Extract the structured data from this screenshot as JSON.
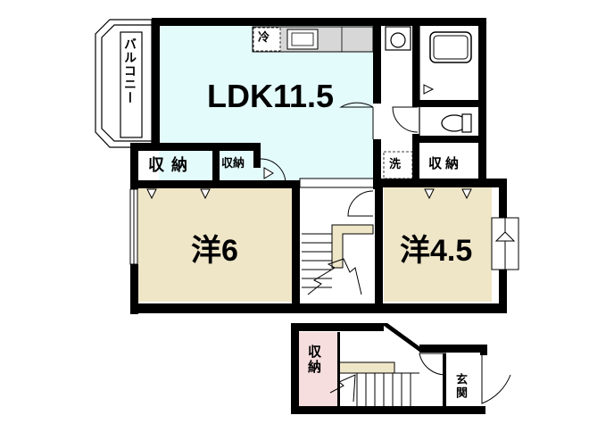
{
  "floorplan": {
    "rooms": {
      "ldk": "LDK11.5",
      "western_6": "洋6",
      "western_45": "洋4.5"
    },
    "storage": {
      "left_large": "収納",
      "left_small": "収納",
      "right": "収納",
      "lower": "収納"
    },
    "fixtures": {
      "fridge": "冷",
      "washer": "洗",
      "entrance": "玄関"
    },
    "balcony": "バルコニー"
  },
  "colors": {
    "ldk_fill": "#e4fbfc",
    "room_fill": "#efe6c8",
    "storage_lower_fill": "#f6dede",
    "wall": "#000000"
  }
}
